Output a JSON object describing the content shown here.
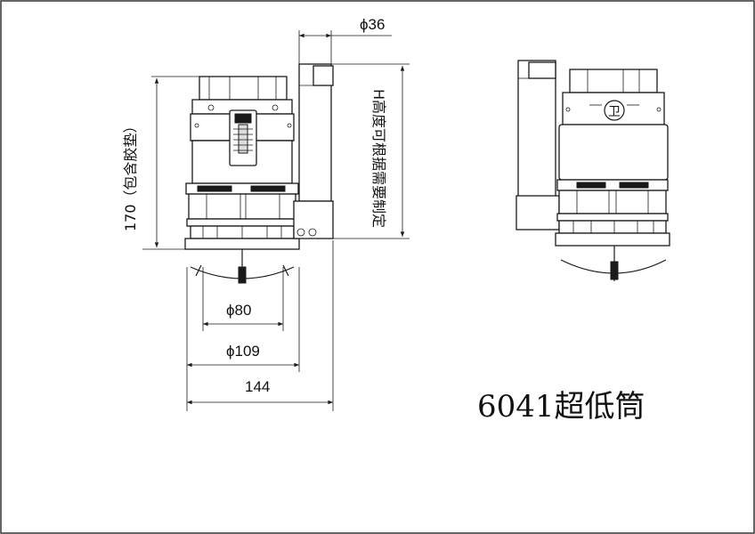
{
  "dimensions": {
    "top_diameter": "ϕ36",
    "total_height": "170（包含胶垫）",
    "adjustable_height": "H高度可根据需要制定",
    "inner_diameter": "ϕ80",
    "outer_diameter": "ϕ109",
    "overall_width": "144"
  },
  "caption": "6041超低筒",
  "stamp_text": "卫"
}
